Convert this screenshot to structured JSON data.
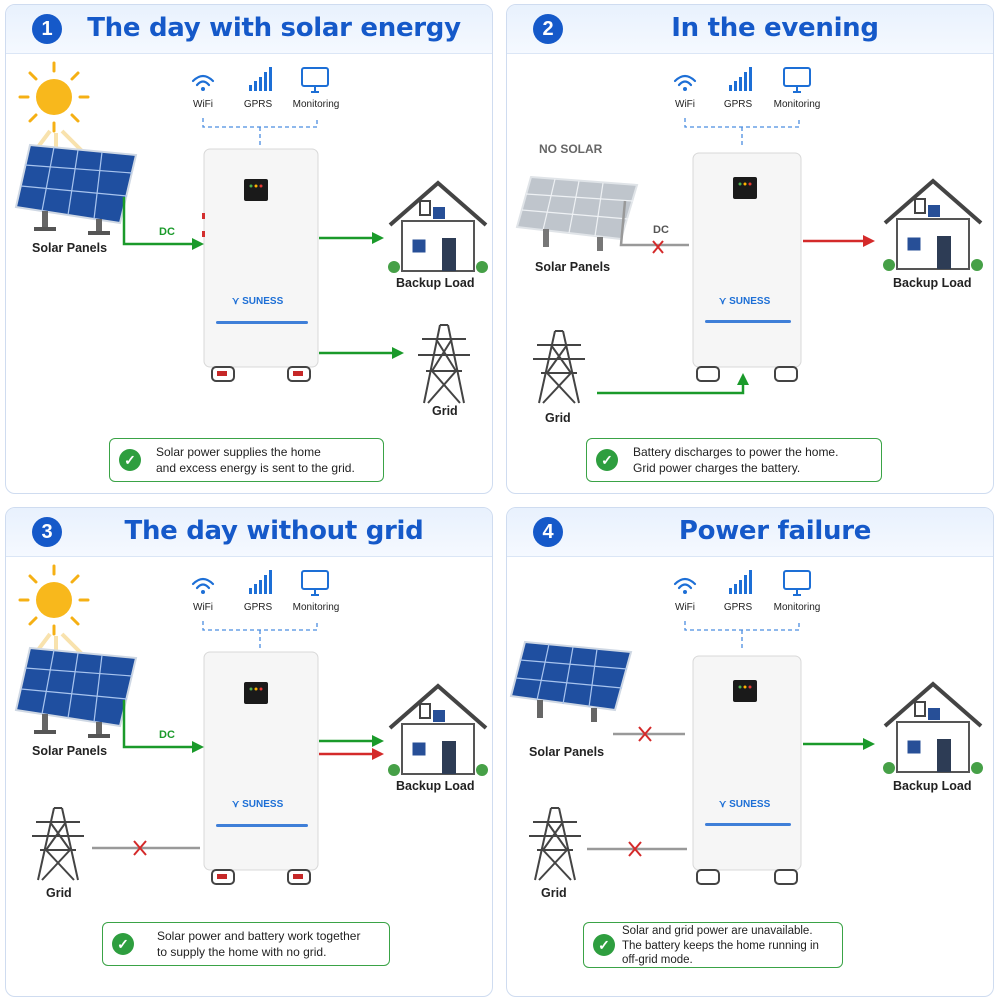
{
  "panels": [
    {
      "number": "1",
      "title": "The day with solar energy",
      "comms": [
        "WiFi",
        "GPRS",
        "Monitoring"
      ],
      "labels": {
        "solar": "Solar Panels",
        "load": "Backup Load",
        "grid": "Grid",
        "dc": "DC",
        "brand": "SUNESS"
      },
      "note": "Solar power supplies the home\nand excess energy is sent to the grid."
    },
    {
      "number": "2",
      "title": "In the evening",
      "comms": [
        "WiFi",
        "GPRS",
        "Monitoring"
      ],
      "labels": {
        "no_solar": "NO SOLAR",
        "solar": "Solar Panels",
        "load": "Backup Load",
        "grid": "Grid",
        "dc": "DC",
        "brand": "SUNESS"
      },
      "note": "Battery discharges to power the home.\nGrid power charges the battery."
    },
    {
      "number": "3",
      "title": "The day without grid",
      "comms": [
        "WiFi",
        "GPRS",
        "Monitoring"
      ],
      "labels": {
        "solar": "Solar Panels",
        "load": "Backup Load",
        "grid": "Grid",
        "dc": "DC",
        "brand": "SUNESS"
      },
      "note": "Solar power and battery work together\nto supply the home with no grid."
    },
    {
      "number": "4",
      "title": "Power failure",
      "comms": [
        "WiFi",
        "GPRS",
        "Monitoring"
      ],
      "labels": {
        "solar": "Solar Panels",
        "load": "Backup Load",
        "grid": "Grid",
        "brand": "SUNESS"
      },
      "note": "Solar and grid power are unavailable.\nThe battery keeps the home running in\noff-grid mode."
    }
  ],
  "icons": [
    "wifi-icon",
    "signal-bars-icon",
    "monitor-icon",
    "sun-icon",
    "solar-panel-icon",
    "house-icon",
    "transmission-tower-icon",
    "battery-cabinet-icon",
    "check-icon",
    "x-mark-icon"
  ],
  "colors": {
    "accent": "#1559c9",
    "green_flow": "#1a9a2a",
    "red_flow": "#d42a2a",
    "cut": "#d42a2a"
  }
}
